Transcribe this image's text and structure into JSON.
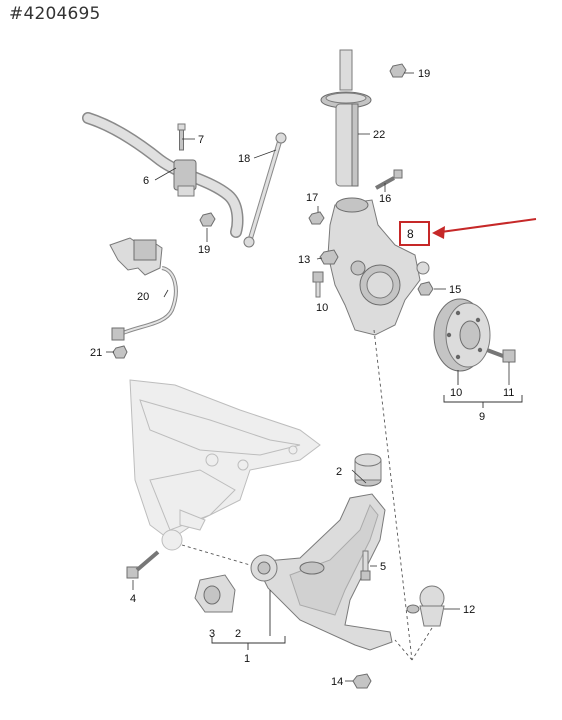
{
  "part_number": "#4204695",
  "callouts": {
    "c1": "1",
    "c2a": "2",
    "c2b": "2",
    "c3": "3",
    "c4": "4",
    "c5": "5",
    "c6": "6",
    "c7": "7",
    "c8": "8",
    "c9": "9",
    "c10a": "10",
    "c10b": "10",
    "c11": "11",
    "c12": "12",
    "c13": "13",
    "c14": "14",
    "c15": "15",
    "c16": "16",
    "c17": "17",
    "c18": "18",
    "c19a": "19",
    "c19b": "19",
    "c20": "20",
    "c21": "21",
    "c22": "22"
  },
  "highlight": {
    "label": "8",
    "color": "#c62828"
  }
}
